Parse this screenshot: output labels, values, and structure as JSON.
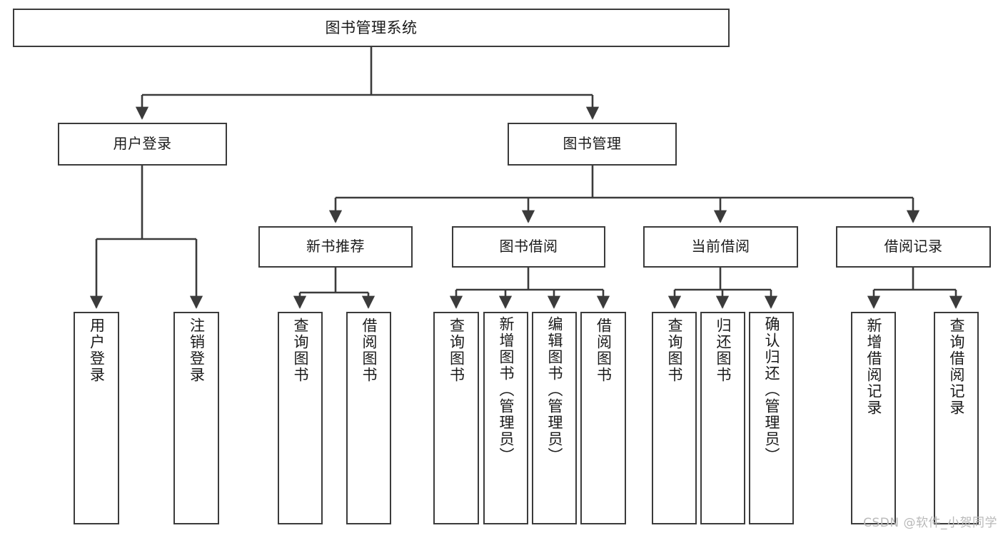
{
  "diagram": {
    "type": "tree-hierarchy",
    "title": "图书管理系统",
    "watermark": "CSDN @软件_小贺同学",
    "colors": {
      "box_border": "#3b3b3b",
      "box_fill": "#ffffff",
      "connector": "#3b3b3b",
      "text": "#1a1a1a",
      "watermark": "#b9b9b9"
    },
    "root": {
      "label": "图书管理系统"
    },
    "level2": [
      {
        "label": "用户登录"
      },
      {
        "label": "图书管理"
      }
    ],
    "level3": [
      {
        "label": "新书推荐"
      },
      {
        "label": "图书借阅"
      },
      {
        "label": "当前借阅"
      },
      {
        "label": "借阅记录"
      }
    ],
    "leaves": {
      "user_login": [
        {
          "label": "用户登录"
        },
        {
          "label": "注销登录"
        }
      ],
      "new_book_recommend": [
        {
          "label": "查询图书"
        },
        {
          "label": "借阅图书"
        }
      ],
      "book_borrow": [
        {
          "label": "查询图书"
        },
        {
          "label": "新增图书（管理员）"
        },
        {
          "label": "编辑图书（管理员）"
        },
        {
          "label": "借阅图书"
        }
      ],
      "current_borrow": [
        {
          "label": "查询图书"
        },
        {
          "label": "归还图书"
        },
        {
          "label": "确认归还（管理员）"
        }
      ],
      "borrow_record": [
        {
          "label": "新增借阅记录"
        },
        {
          "label": "查询借阅记录"
        }
      ]
    }
  }
}
